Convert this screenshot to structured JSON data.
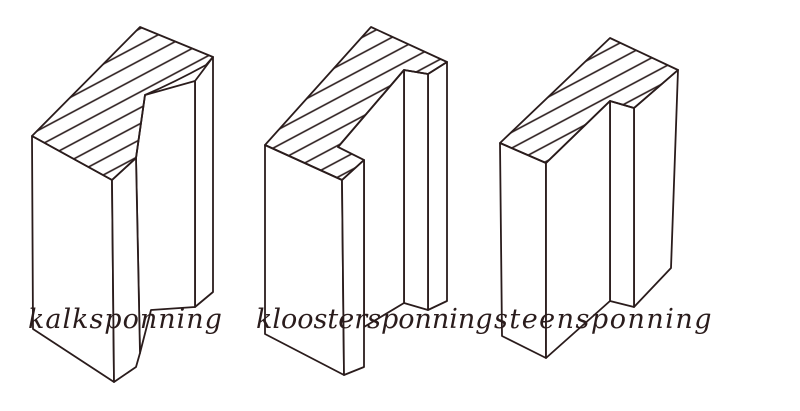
{
  "figures": [
    {
      "id": "kalksponning",
      "label": "kalksponning"
    },
    {
      "id": "kloostersponning",
      "label": "kloostersponning"
    },
    {
      "id": "steensponning",
      "label": "steensponning"
    }
  ],
  "colors": {
    "ink": "#2a1c1c",
    "background": "#ffffff"
  }
}
